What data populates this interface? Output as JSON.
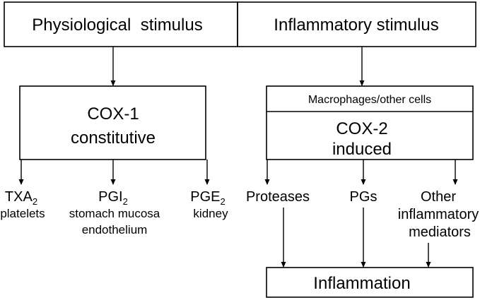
{
  "top_boxes": {
    "physiological": "Physiological  stimulus",
    "inflammatory": "Inflammatory stimulus"
  },
  "cox1": {
    "line1": "COX-1",
    "line2": "constitutive"
  },
  "cox2": {
    "header": "Macrophages/other cells",
    "line1": "COX-2",
    "line2": "induced"
  },
  "cox1_products": {
    "txa2": {
      "base": "TXA",
      "sub": "2",
      "detail": "platelets"
    },
    "pgi2": {
      "base": "PGI",
      "sub": "2",
      "detail1": "stomach mucosa",
      "detail2": "endothelium"
    },
    "pge2": {
      "base": "PGE",
      "sub": "2",
      "detail": "kidney"
    }
  },
  "cox2_products": {
    "proteases": "Proteases",
    "pgs": "PGs",
    "other_line1": "Other",
    "other_line2": "inflammatory",
    "other_line3": "mediators"
  },
  "inflammation": "Inflammation"
}
